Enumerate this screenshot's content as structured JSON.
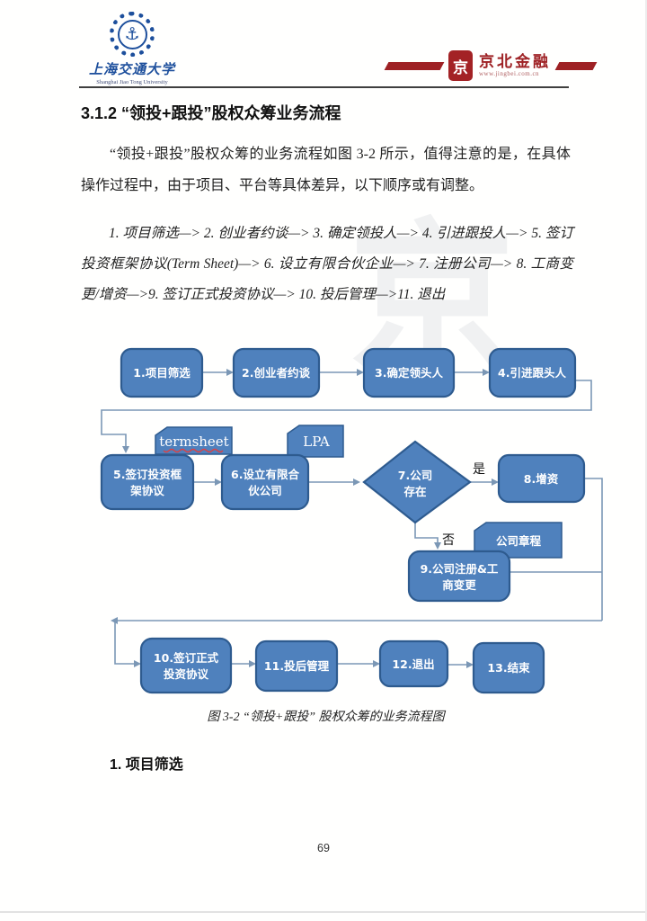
{
  "header": {
    "university": {
      "name_zh": "上海交通大学",
      "name_en": "Shanghai Jiao Tong University",
      "color": "#1d4f9c",
      "emblem_glyph": "⚓"
    },
    "brand": {
      "name": "京北金融",
      "url": "www.jingbei.com.cn",
      "seal_char": "京",
      "color": "#9e2124"
    }
  },
  "heading": "3.1.2 “领投+跟投”股权众筹业务流程",
  "paragraph": "“领投+跟投”股权众筹的业务流程如图 3-2 所示，值得注意的是，在具体操作过程中，由于项目、平台等具体差异，以下顺序或有调整。",
  "process_list": "1. 项目筛选—> 2. 创业者约谈—> 3. 确定领投人—> 4. 引进跟投人—> 5. 签订投资框架协议(Term Sheet)—> 6. 设立有限合伙企业—> 7. 注册公司—> 8. 工商变更/增资—>9. 签订正式投资协议—> 10. 投后管理—>11. 退出",
  "flowchart": {
    "nodes": [
      {
        "id": 1,
        "lines": [
          "1.项目筛选"
        ]
      },
      {
        "id": 2,
        "lines": [
          "2.创业者约谈"
        ]
      },
      {
        "id": 3,
        "lines": [
          "3.确定领头人"
        ]
      },
      {
        "id": 4,
        "lines": [
          "4.引进跟头人"
        ]
      },
      {
        "id": 5,
        "lines": [
          "5.签订投资框",
          "架协议"
        ]
      },
      {
        "id": 6,
        "lines": [
          "6.设立有限合",
          "伙公司"
        ]
      },
      {
        "id": 7,
        "lines": [
          "7.公司",
          "存在"
        ],
        "shape": "decision"
      },
      {
        "id": 8,
        "lines": [
          "8.增资"
        ]
      },
      {
        "id": 9,
        "lines": [
          "9.公司注册&工",
          "商变更"
        ]
      },
      {
        "id": 10,
        "lines": [
          "10.签订正式",
          "投资协议"
        ]
      },
      {
        "id": 11,
        "lines": [
          "11.投后管理"
        ]
      },
      {
        "id": 12,
        "lines": [
          "12.退出"
        ]
      },
      {
        "id": 13,
        "lines": [
          "13.结束"
        ]
      }
    ],
    "cards": [
      {
        "label": "termsheet"
      },
      {
        "label": "LPA"
      },
      {
        "label": "公司章程"
      }
    ],
    "branch_labels": {
      "yes": "是",
      "no": "否"
    },
    "colors": {
      "node_fill": "#4f81bd",
      "node_border": "#2e5b8f",
      "connector": "#7b97b5",
      "node_text": "#ffffff"
    }
  },
  "caption": "图 3-2 “领投+跟投” 股权众筹的业务流程图",
  "subheading": "1. 项目筛选",
  "page_number": "69",
  "watermark_char": "京"
}
